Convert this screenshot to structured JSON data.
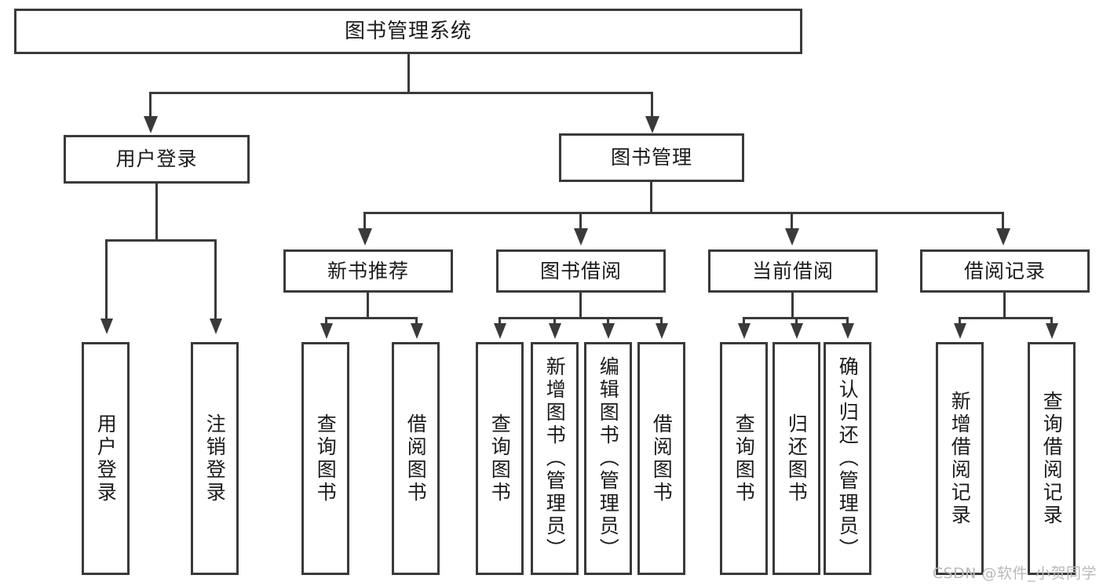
{
  "diagram": {
    "type": "tree",
    "title": "图书管理系统",
    "orientation": "top-down",
    "levels": 4,
    "root": {
      "id": "root",
      "label": "图书管理系统"
    },
    "level2": [
      {
        "id": "user-login",
        "label": "用户登录"
      },
      {
        "id": "book-manage",
        "label": "图书管理"
      }
    ],
    "level3": [
      {
        "id": "new-book-rec",
        "label": "新书推荐",
        "parent": "book-manage"
      },
      {
        "id": "book-borrow",
        "label": "图书借阅",
        "parent": "book-manage"
      },
      {
        "id": "current-borrow",
        "label": "当前借阅",
        "parent": "book-manage"
      },
      {
        "id": "borrow-record",
        "label": "借阅记录",
        "parent": "book-manage"
      }
    ],
    "leaves": {
      "user-login": [
        {
          "id": "leaf-user-login",
          "label": "用户登录"
        },
        {
          "id": "leaf-user-logout",
          "label": "注销登录"
        }
      ],
      "new-book-rec": [
        {
          "id": "leaf-query-book-1",
          "label": "查询图书"
        },
        {
          "id": "leaf-borrow-book-1",
          "label": "借阅图书"
        }
      ],
      "book-borrow": [
        {
          "id": "leaf-query-book-2",
          "label": "查询图书"
        },
        {
          "id": "leaf-add-book",
          "label": "新增图书（管理员）"
        },
        {
          "id": "leaf-edit-book",
          "label": "编辑图书（管理员）"
        },
        {
          "id": "leaf-borrow-book-2",
          "label": "借阅图书"
        }
      ],
      "current-borrow": [
        {
          "id": "leaf-query-book-3",
          "label": "查询图书"
        },
        {
          "id": "leaf-return-book",
          "label": "归还图书"
        },
        {
          "id": "leaf-confirm-return",
          "label": "确认归还（管理员）"
        }
      ],
      "borrow-record": [
        {
          "id": "leaf-add-record",
          "label": "新增借阅记录"
        },
        {
          "id": "leaf-query-record",
          "label": "查询借阅记录"
        }
      ]
    }
  },
  "watermark": {
    "text": "CSDN @软件_小贺同学"
  },
  "colors": {
    "line": "#3a3a3a",
    "box_fill": "#ffffff",
    "text": "#1b1b1b",
    "watermark": "#b9b9b9",
    "background": "#ffffff"
  }
}
